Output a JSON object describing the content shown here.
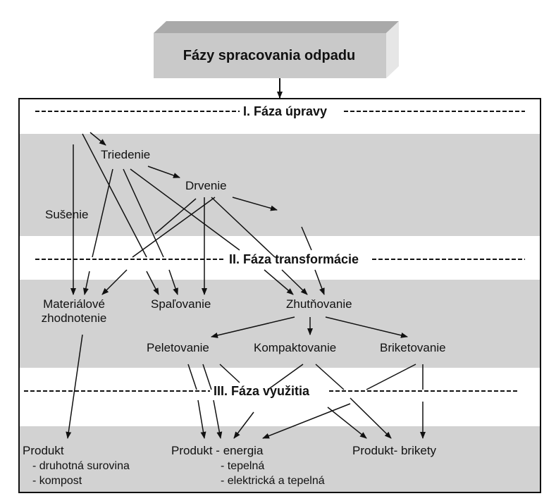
{
  "title": "Fázy spracovania odpadu",
  "phases": {
    "phase1": "I. Fáza úpravy",
    "phase2": "II. Fáza transformácie",
    "phase3": "III. Fáza využitia"
  },
  "nodes": {
    "triedenie": "Triedenie",
    "drvenie": "Drvenie",
    "susenie": "Sušenie",
    "materialove_line1": "Materiálové",
    "materialove_line2": "zhodnotenie",
    "spalovanie": "Spaľovanie",
    "zhutnovanie": "Zhutňovanie",
    "peletovanie": "Peletovanie",
    "kompaktovanie": "Kompaktovanie",
    "briketovanie": "Briketovanie"
  },
  "products": {
    "product1": {
      "label": "Produkt",
      "items": [
        "- druhotná surovina",
        "- kompost"
      ]
    },
    "product2": {
      "label": "Produkt - energia",
      "items": [
        "- tepelná",
        "- elektrická a tepelná"
      ]
    },
    "product3": {
      "label": "Produkt- brikety"
    }
  },
  "colors": {
    "band_gray": "#d2d2d2",
    "title_front": "#c9c9c9",
    "title_top": "#a9a9a9",
    "title_side": "#e6e6e6",
    "line": "#111111"
  }
}
